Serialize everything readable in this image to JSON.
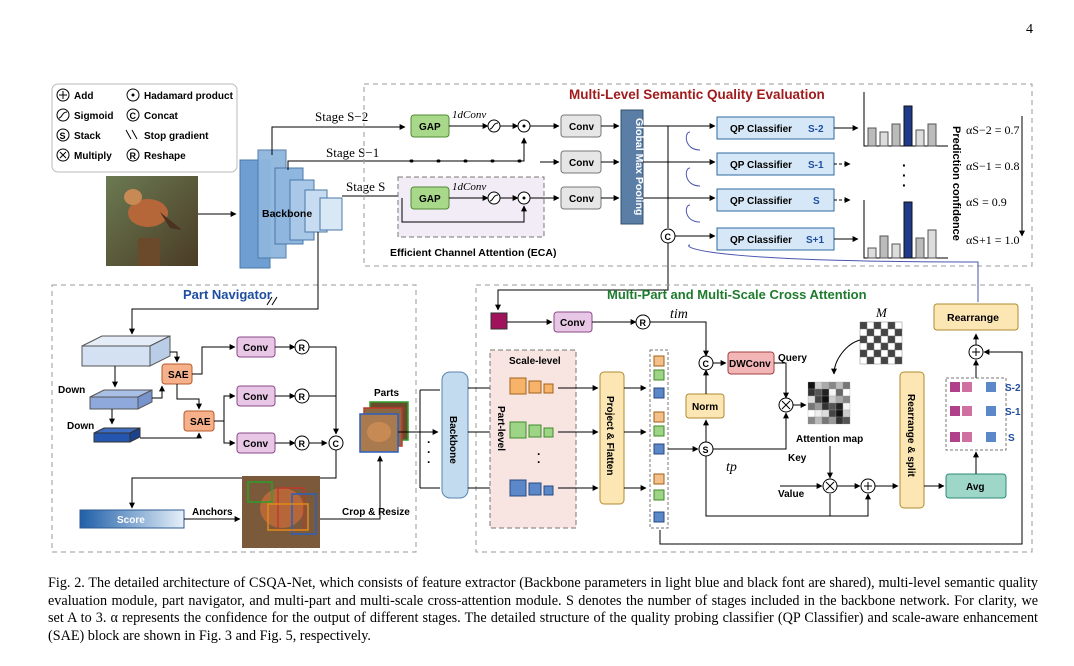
{
  "page_number": "4",
  "legend": {
    "add": "Add",
    "sigmoid": "Sigmoid",
    "stack": "Stack",
    "multiply": "Multiply",
    "hadamard": "Hadamard product",
    "concat": "Concat",
    "stop_gradient": "Stop gradient",
    "reshape": "Reshape"
  },
  "feature_extractor": {
    "backbone": "Backbone",
    "stage_s2": "Stage S−2",
    "stage_s1": "Stage S−1",
    "stage_s": "Stage S"
  },
  "mlsqe": {
    "title": "Multi-Level Semantic Quality Evaluation",
    "gap": "GAP",
    "conv1d": "1dConv",
    "conv": "Conv",
    "gmp": "Global Max Pooling",
    "eca": "Efficient Channel Attention (ECA)",
    "qp_classifiers": [
      {
        "label": "QP Classifier",
        "stage": "S-2"
      },
      {
        "label": "QP Classifier",
        "stage": "S-1"
      },
      {
        "label": "QP Classifier",
        "stage": "S"
      },
      {
        "label": "QP Classifier",
        "stage": "S+1"
      }
    ],
    "prediction_confidence": "Prediction confidence",
    "alphas": [
      "αS−2 = 0.7",
      "αS−1 = 0.8",
      "αS = 0.9",
      "αS+1 = 1.0"
    ]
  },
  "part_navigator": {
    "title": "Part Navigator",
    "sae": "SAE",
    "down": "Down",
    "conv": "Conv",
    "score": "Score",
    "anchors": "Anchors",
    "parts": "Parts",
    "crop_resize": "Crop & Resize"
  },
  "cross_attention": {
    "title": "Multi-Part and Multi-Scale Cross Attention",
    "conv": "Conv",
    "t_im": "tim",
    "t_p": "tp",
    "backbone": "Backbone",
    "scale_level": "Scale-level",
    "part_level": "Part-level",
    "project_flatten": "Project & Flatten",
    "norm": "Norm",
    "dwconv": "DWConv",
    "query": "Query",
    "key": "Key",
    "value": "Value",
    "attention_map": "Attention map",
    "m": "M",
    "rearrange": "Rearrange",
    "rearrange_split": "Rearrange & split",
    "avg": "Avg",
    "stage_tags": [
      "S-2",
      "S-1",
      "S"
    ]
  },
  "caption": "Fig. 2. The detailed architecture of CSQA-Net, which consists of feature extractor (Backbone parameters in light blue and black font are shared), multi-level semantic quality evaluation module, part navigator, and multi-part and multi-scale cross-attention module. S denotes the number of stages included in the backbone network. For clarity, we set A to 3. α represents the confidence for the output of different stages. The detailed structure of the quality probing classifier (QP Classifier) and scale-aware enhancement (SAE) block are shown in Fig. 3 and Fig. 5, respectively."
}
